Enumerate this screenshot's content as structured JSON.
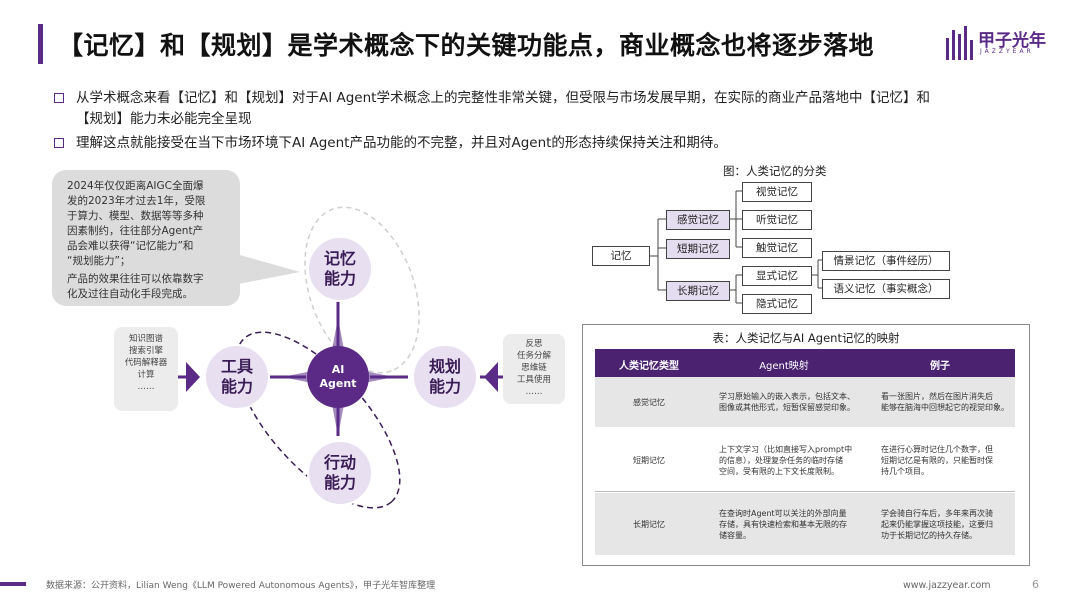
{
  "title": "【记忆】和【规划】是学术概念下的关键功能点，商业概念也将逐步落地",
  "logo": {
    "name": "甲子光年",
    "sub": "JAZZYEAR"
  },
  "bullets": [
    {
      "line1": "从学术概念来看【记忆】和【规划】对于AI Agent学术概念上的完整性非常关键，但受限与市场发展早期，在实际的商业产品落地中【记忆】和",
      "line2": "【规划】能力未必能完全呈现"
    },
    {
      "line1": "理解这点就能接受在当下市场环境下AI Agent产品功能的不完整，并且对Agent的形态持续保持关注和期待。",
      "line2": ""
    }
  ],
  "bubble": {
    "lines1": [
      "2024年仅仅距离AIGC全面爆",
      "发的2023年才过去1年，受限",
      "于算力、模型、数据等等多种",
      "因素制约，往往部分Agent产",
      "品会难以获得“记忆能力”和",
      "“规划能力”；"
    ],
    "lines2": [
      "产品的效果往往可以依靠数字",
      "化及过往自动化手段完成。"
    ]
  },
  "capabilities": {
    "memory": [
      "记忆",
      "能力"
    ],
    "tools": [
      "工具",
      "能力"
    ],
    "planning": [
      "规划",
      "能力"
    ],
    "action": [
      "行动",
      "能力"
    ],
    "center": [
      "AI",
      "Agent"
    ]
  },
  "tools_box": [
    "知识图谱",
    "搜索引擎",
    "代码解释器",
    "计算",
    "……"
  ],
  "planning_box": [
    "反思",
    "任务分解",
    "思维链",
    "工具使用",
    "……"
  ],
  "memory_tree": {
    "caption": "图：人类记忆的分类",
    "root": "记忆",
    "level1": [
      "感觉记忆",
      "短期记忆",
      "长期记忆"
    ],
    "sensory": [
      "视觉记忆",
      "听觉记忆",
      "触觉记忆"
    ],
    "long_term": [
      "显式记忆",
      "隐式记忆"
    ],
    "explicit": [
      "情景记忆（事件经历）",
      "语义记忆（事实概念）"
    ]
  },
  "table": {
    "title": "表：人类记忆与AI Agent记忆的映射",
    "headers": [
      "人类记忆类型",
      "Agent映射",
      "例子"
    ],
    "rows": [
      {
        "type": "感觉记忆",
        "mapping": [
          "学习原始输入的嵌入表示，包括文本、",
          "图像或其他形式，短暂保留感觉印象。"
        ],
        "example": [
          "看一张图片，然后在图片消失后",
          "能够在脑海中回想起它的视觉印象。"
        ]
      },
      {
        "type": "短期记忆",
        "mapping": [
          "上下文学习（比如直接写入prompt中",
          "的信息），处理复杂任务的临时存储",
          "空间，受有限的上下文长度限制。"
        ],
        "example": [
          "在进行心算时记住几个数字，但",
          "短期记忆是有限的，只能暂时保",
          "持几个项目。"
        ]
      },
      {
        "type": "长期记忆",
        "mapping": [
          "在查询时Agent可以关注的外部向量",
          "存储，具有快速检索和基本无限的存",
          "储容量。"
        ],
        "example": [
          "学会骑自行车后，多年来再次骑",
          "起来仍能掌握这项技能，这要归",
          "功于长期记忆的持久存储。"
        ]
      }
    ]
  },
  "footer": "数据来源：公开资料，Lilian Weng《LLM Powered Autonomous Agents》，甲子光年智库整理",
  "url": "www.jazzyear.com",
  "page_number": "6",
  "colors": {
    "accent": "#5a2a86",
    "light": "#e8dff0"
  }
}
